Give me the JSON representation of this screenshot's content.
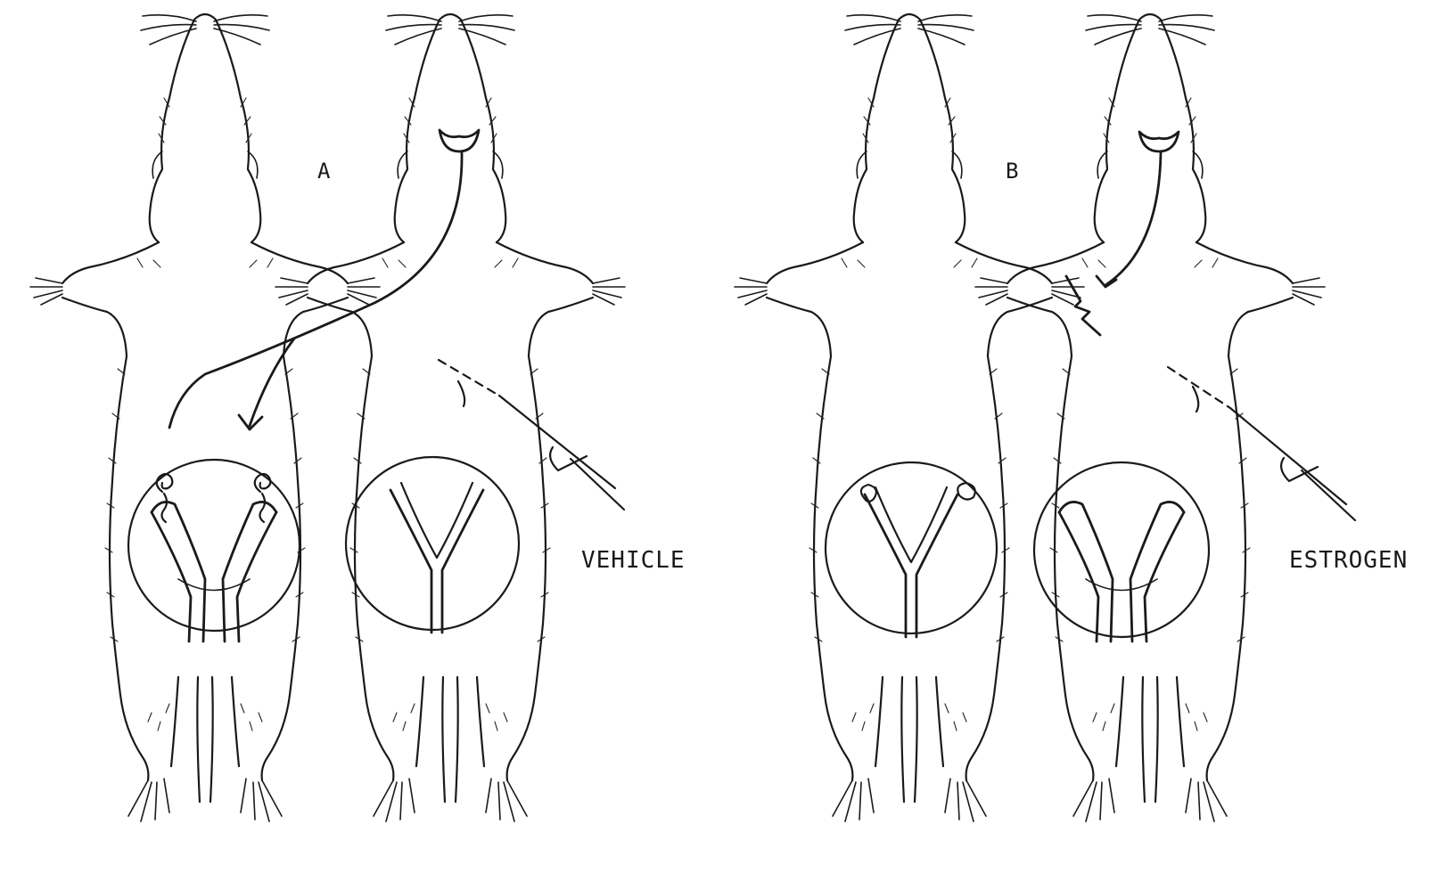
{
  "panels": [
    {
      "letter": "A",
      "treatment": "VEHICLE"
    },
    {
      "letter": "B",
      "treatment": "ESTROGEN"
    }
  ],
  "colors": {
    "ink": "#1a1a1a",
    "background": "#ffffff"
  }
}
